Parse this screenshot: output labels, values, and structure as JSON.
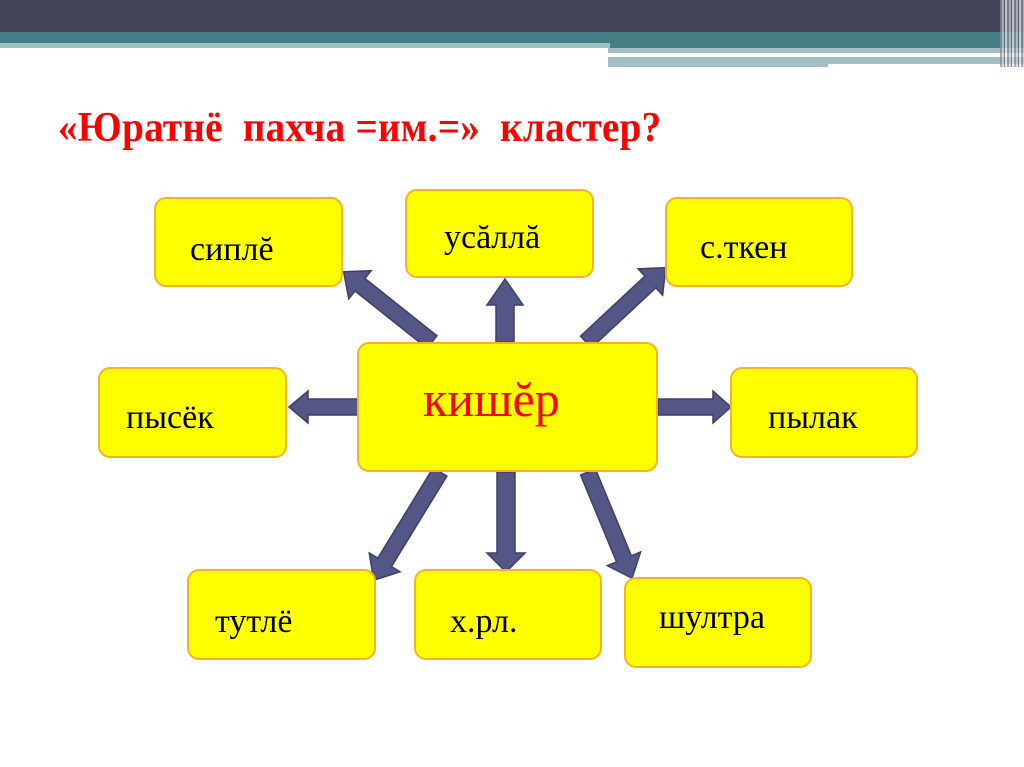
{
  "slide": {
    "title": "«Юратнё  пахча =им.=»  кластер?",
    "colors": {
      "header_dark": "#434557",
      "header_teal": "#437f85",
      "header_light": "#a1bfc2",
      "title_red": "#ff0000",
      "box_fill": "#ffff00",
      "box_border": "#f5b323",
      "arrow_fill": "#545686",
      "arrow_stroke": "#3d3f6a"
    }
  },
  "diagram": {
    "center": {
      "label": "кишĕр"
    },
    "nodes": [
      {
        "id": "top-left",
        "label": "сиплĕ"
      },
      {
        "id": "top-center",
        "label": "усăллă"
      },
      {
        "id": "top-right",
        "label": "с.ткен"
      },
      {
        "id": "middle-left",
        "label": "пысёк"
      },
      {
        "id": "middle-right",
        "label": "пылак"
      },
      {
        "id": "bottom-left",
        "label": "тутлё"
      },
      {
        "id": "bottom-center",
        "label": "х.рл."
      },
      {
        "id": "bottom-right",
        "label": "шултра"
      }
    ]
  }
}
